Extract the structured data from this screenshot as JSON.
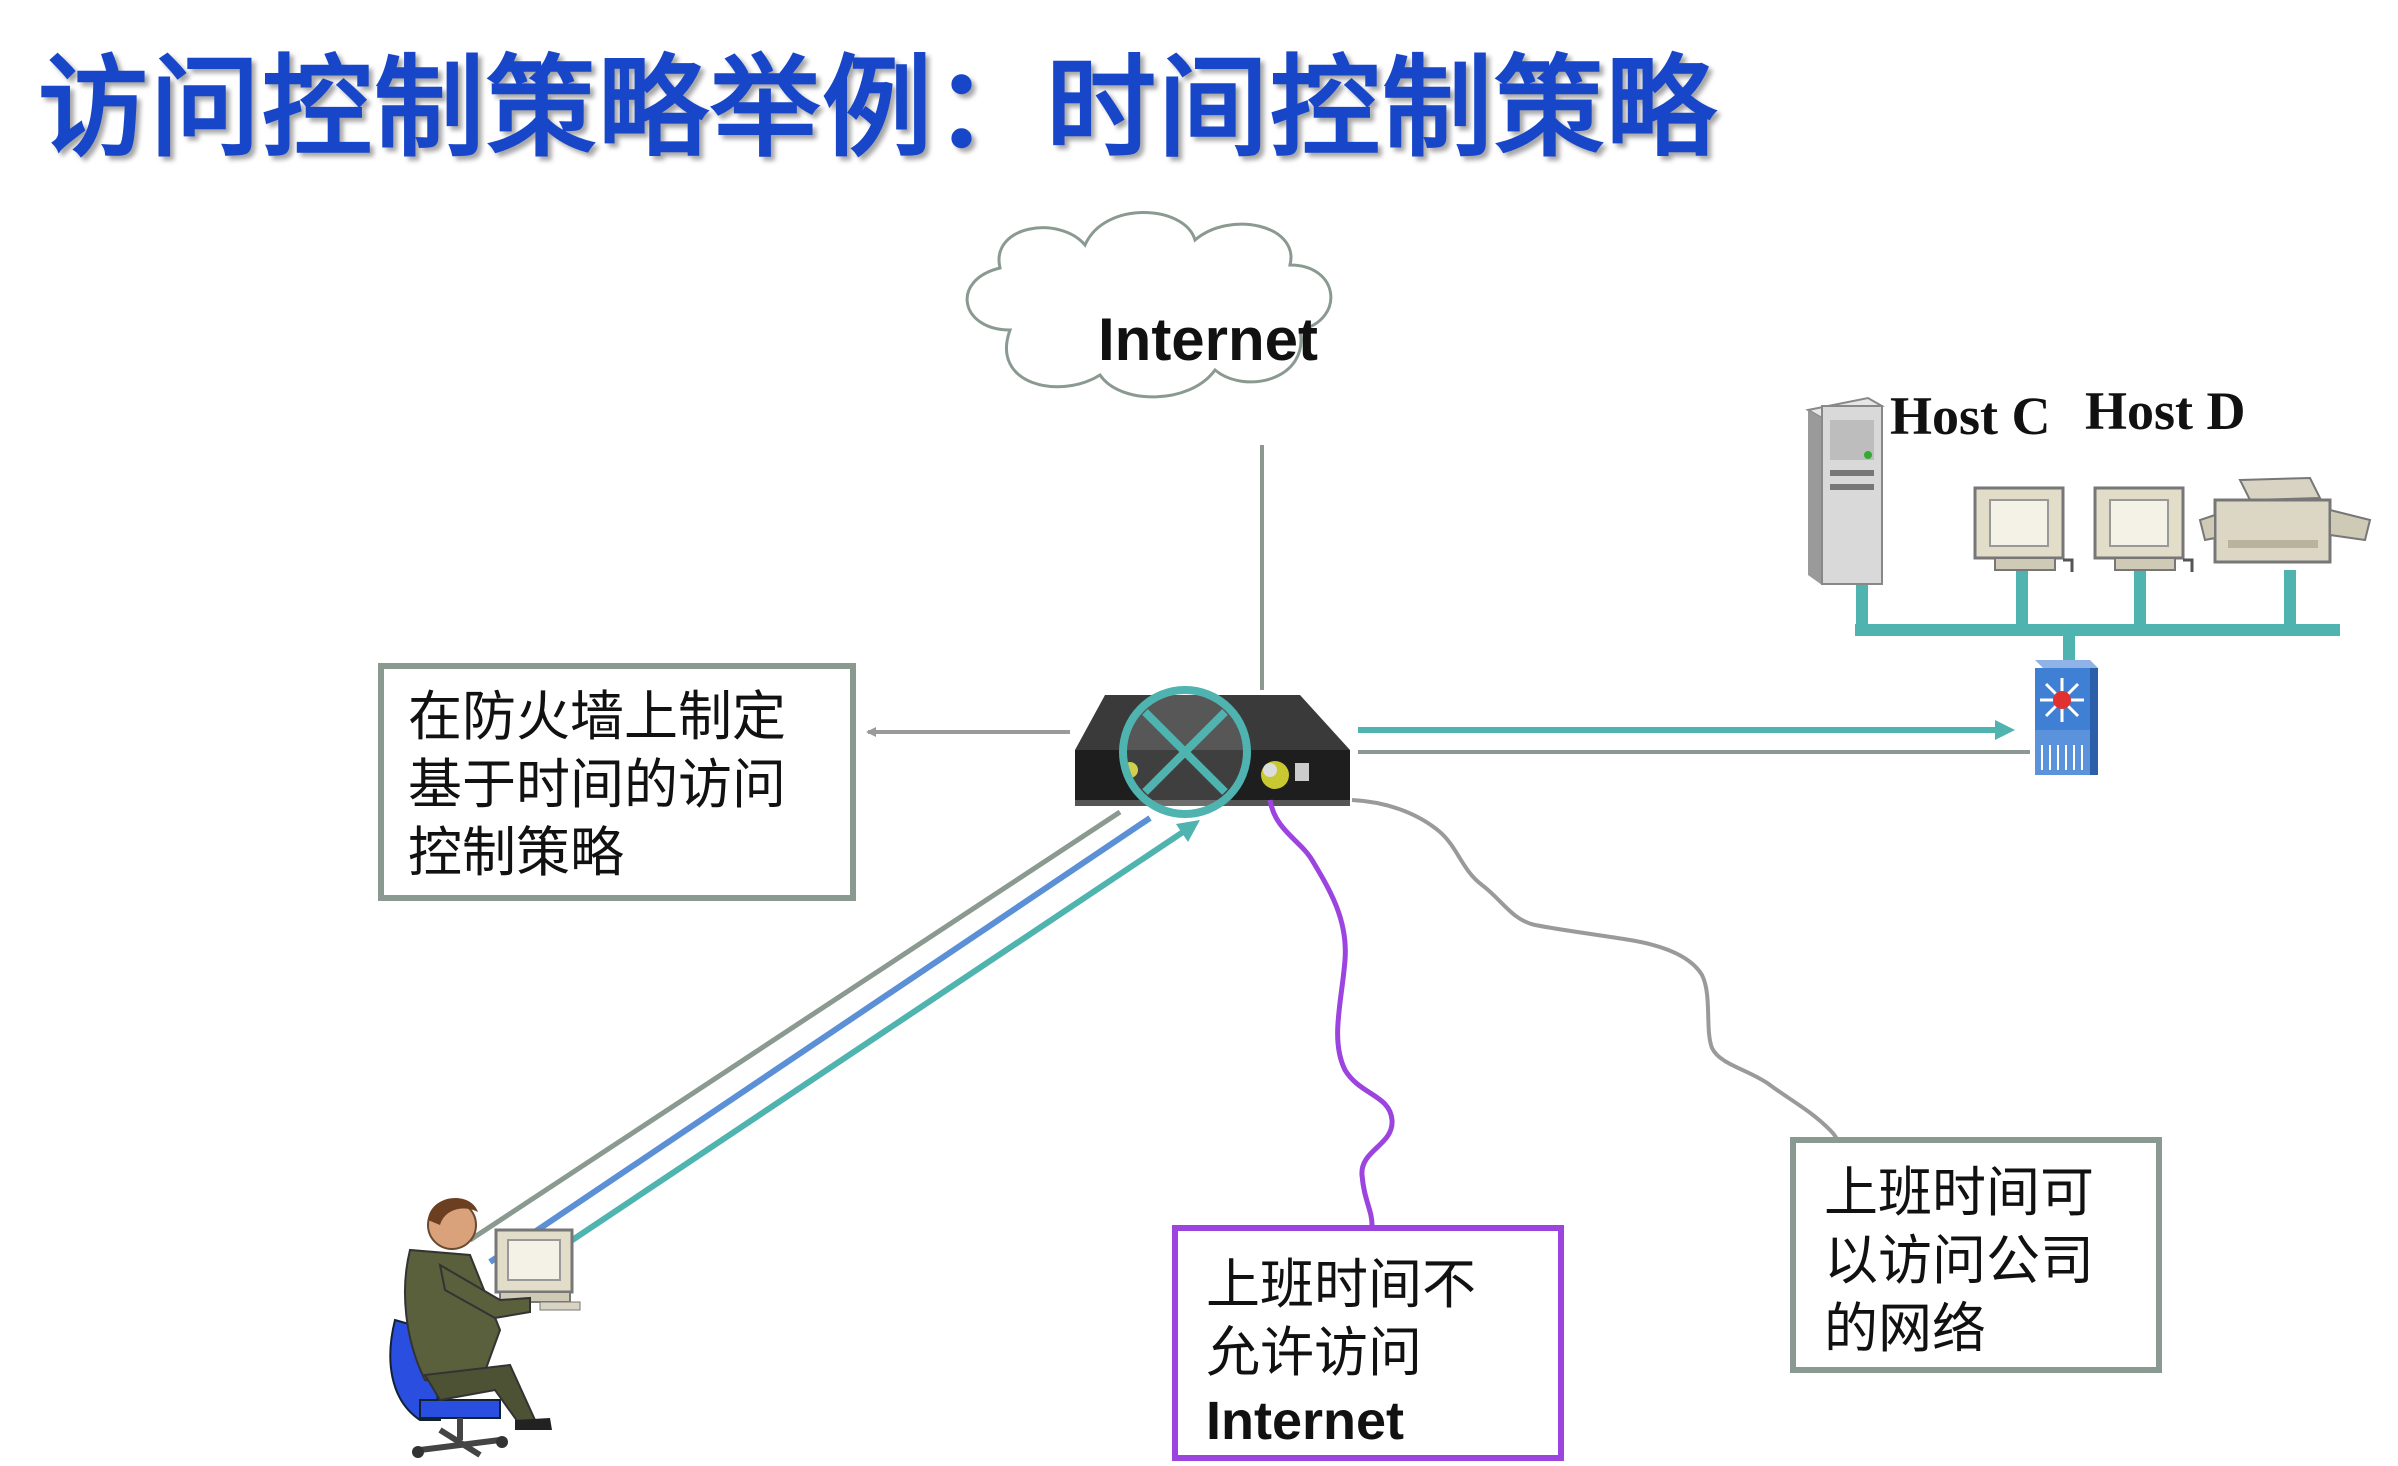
{
  "title": "访问控制策略举例：时间控制策略",
  "cloud": {
    "label": "Internet"
  },
  "hosts": {
    "host_c": "Host C",
    "host_d": "Host D"
  },
  "boxes": {
    "firewall_policy": {
      "lines": [
        "在防火墙上制定",
        "基于时间的访问",
        "控制策略"
      ]
    },
    "no_internet": {
      "lines": [
        "上班时间不",
        "允许访问"
      ],
      "bold_line": "Internet"
    },
    "company_network": {
      "lines": [
        "上班时间可",
        "以访问公司",
        "的网络"
      ]
    }
  },
  "colors": {
    "title": "#1846c8",
    "teal": "#4fb3b0",
    "gray_line": "#8a9a90",
    "purple": "#9b44e0",
    "blue": "#5b8fd6"
  }
}
